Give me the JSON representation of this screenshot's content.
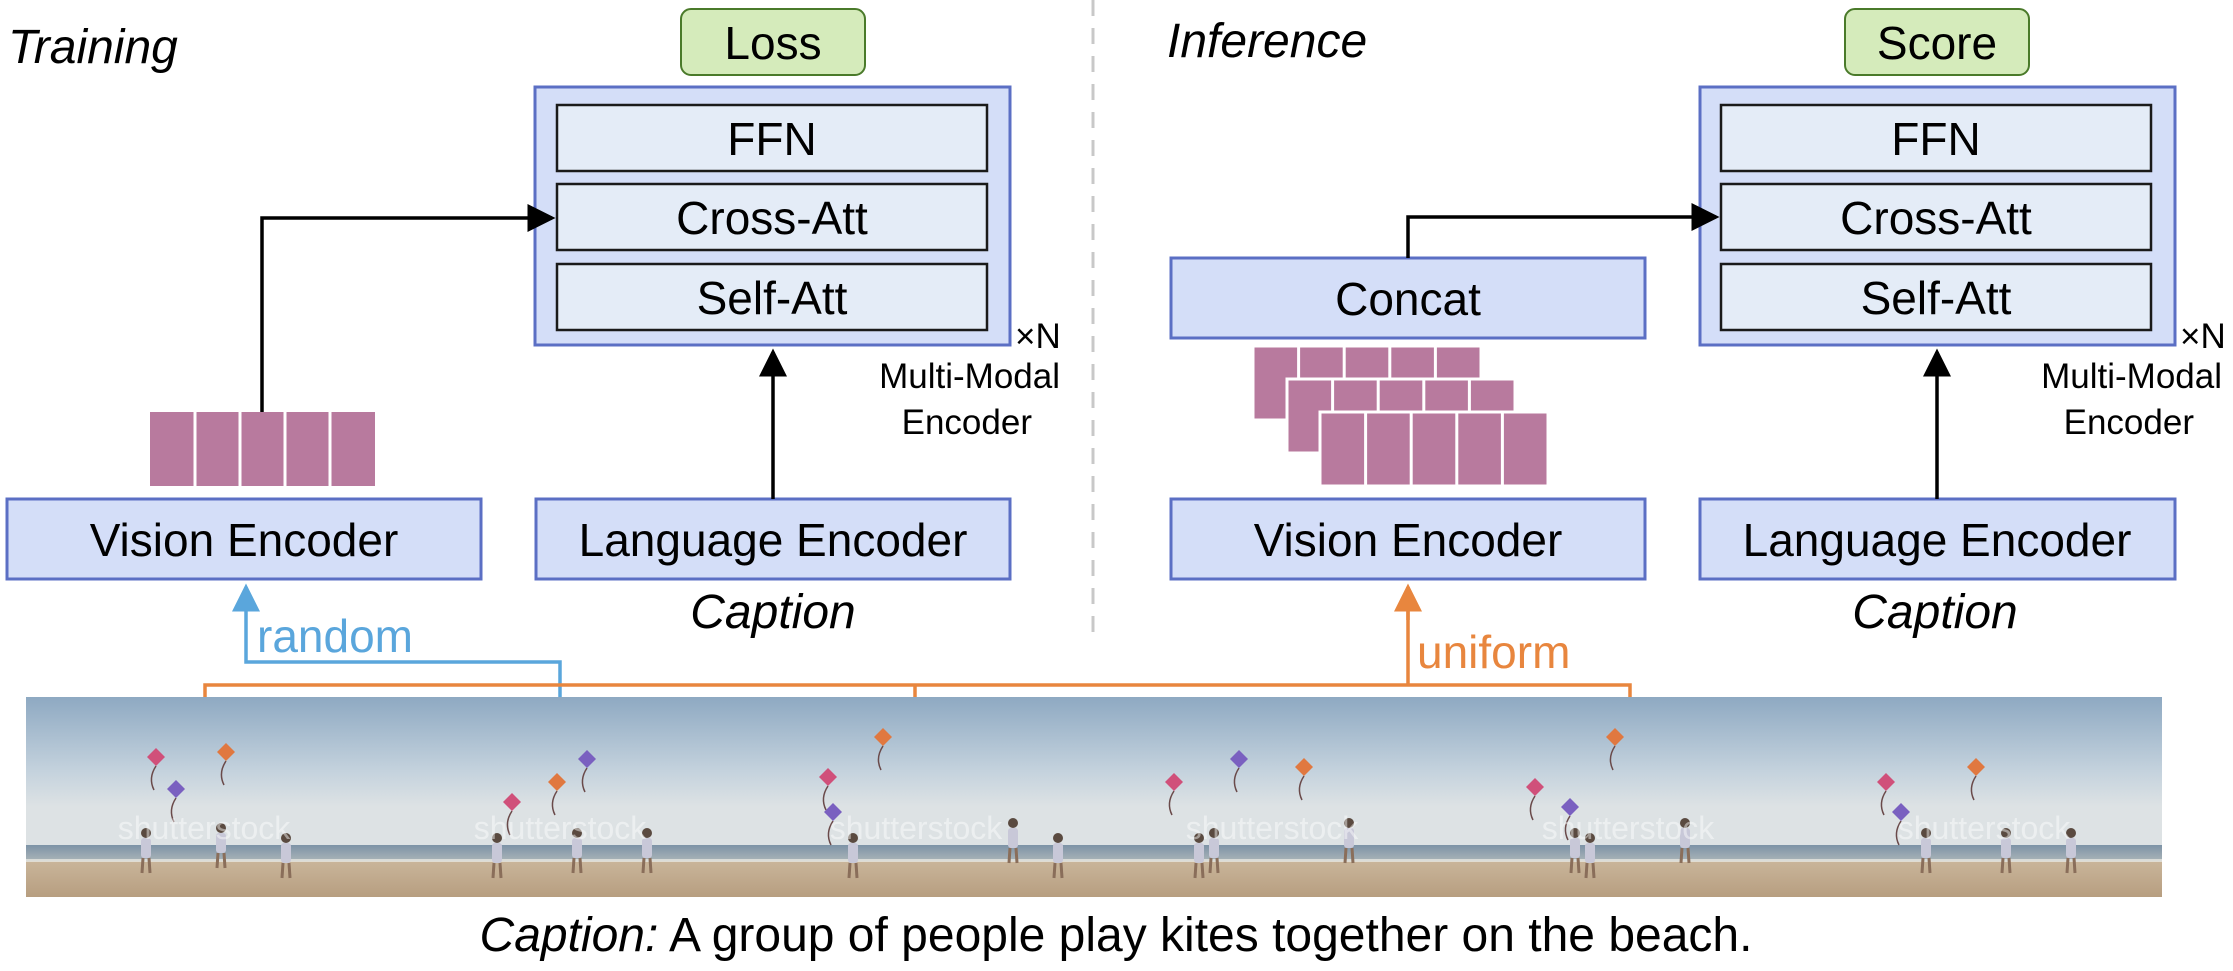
{
  "colors": {
    "block_fill": "#d4def8",
    "block_stroke": "#5b6fc4",
    "inner_fill": "#e4ecf7",
    "loss_fill": "#d5ebbb",
    "loss_stroke": "#4a7a2a",
    "token": "#b87a9e",
    "random": "#5aa6dc",
    "uniform": "#e8863e"
  },
  "training": {
    "title": "Training",
    "loss": "Loss",
    "ffn": "FFN",
    "cross_att": "Cross-Att",
    "self_att": "Self-Att",
    "repeat": "×N",
    "mm_line1": "Multi-Modal",
    "mm_line2": "Encoder",
    "vision_encoder": "Vision Encoder",
    "language_encoder": "Language Encoder",
    "caption": "Caption",
    "sampling": "random"
  },
  "inference": {
    "title": "Inference",
    "score": "Score",
    "ffn": "FFN",
    "cross_att": "Cross-Att",
    "self_att": "Self-Att",
    "repeat": "×N",
    "mm_line1": "Multi-Modal",
    "mm_line2": "Encoder",
    "concat": "Concat",
    "vision_encoder": "Vision Encoder",
    "language_encoder": "Language Encoder",
    "caption": "Caption",
    "sampling": "uniform"
  },
  "frames": {
    "watermark": "shutterstock"
  },
  "bottom_caption": {
    "label": "Caption:",
    "text": " A group of people play kites together on the beach."
  }
}
